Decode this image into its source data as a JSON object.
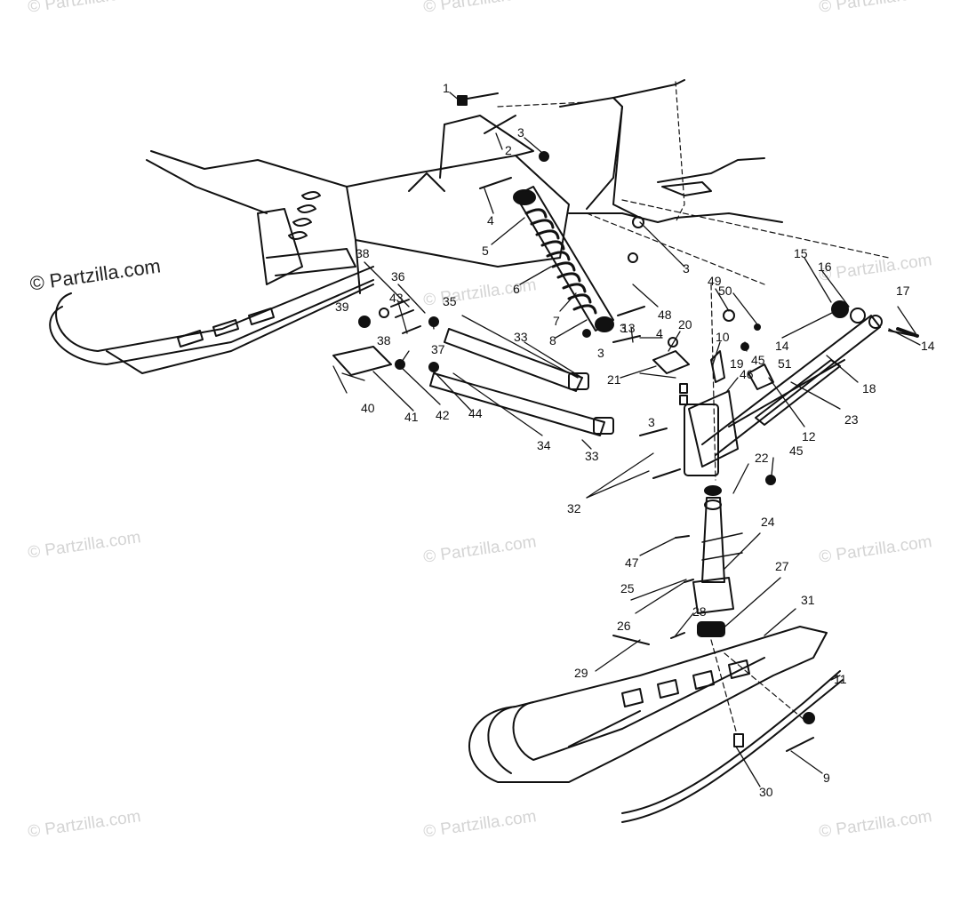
{
  "watermark": {
    "text": "© Partzilla.com",
    "featured_text": "© Partzilla.com"
  },
  "callouts": [
    "1",
    "2",
    "3",
    "3",
    "3",
    "3",
    "3",
    "4",
    "4",
    "5",
    "6",
    "7",
    "8",
    "9",
    "10",
    "11",
    "12",
    "13",
    "14",
    "14",
    "15",
    "16",
    "17",
    "18",
    "19",
    "20",
    "21",
    "22",
    "23",
    "24",
    "25",
    "26",
    "27",
    "28",
    "29",
    "30",
    "31",
    "32",
    "33",
    "33",
    "34",
    "35",
    "36",
    "37",
    "38",
    "38",
    "39",
    "40",
    "41",
    "42",
    "43",
    "44",
    "45",
    "45",
    "46",
    "47",
    "48",
    "49",
    "50",
    "51"
  ],
  "colors": {
    "line": "#111111",
    "watermark": "#d4d4d4",
    "background": "#ffffff"
  }
}
